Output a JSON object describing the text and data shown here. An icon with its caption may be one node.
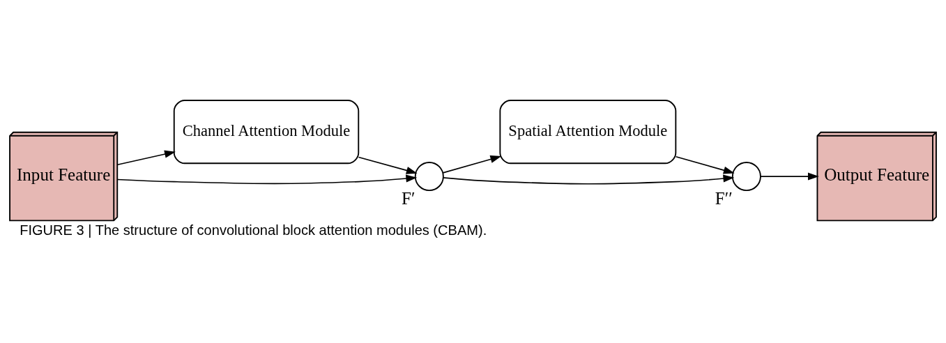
{
  "diagram": {
    "caption": "FIGURE 3 | The structure of convolutional block attention modules (CBAM).",
    "nodes": [
      {
        "text": [
          "Input Feature"
        ]
      },
      {
        "text": [
          "Channel Attention Module"
        ]
      },
      {
        "text": [
          "F′"
        ]
      },
      {
        "text": [
          "Spatial Attention Module"
        ]
      },
      {
        "text": [
          "F′′"
        ]
      },
      {
        "text": [
          "Output Feature"
        ]
      }
    ],
    "edges": [
      {
        "from": 0,
        "to": 1,
        "arrow": "to"
      },
      {
        "from": 0,
        "to": 2,
        "arrow": "to"
      },
      {
        "from": 1,
        "to": 2,
        "arrow": "to"
      },
      {
        "from": 2,
        "to": 3,
        "arrow": "to"
      },
      {
        "from": 2,
        "to": 4,
        "arrow": "to"
      },
      {
        "from": 3,
        "to": 4,
        "arrow": "to"
      },
      {
        "from": 4,
        "to": 5,
        "arrow": "to"
      }
    ]
  }
}
